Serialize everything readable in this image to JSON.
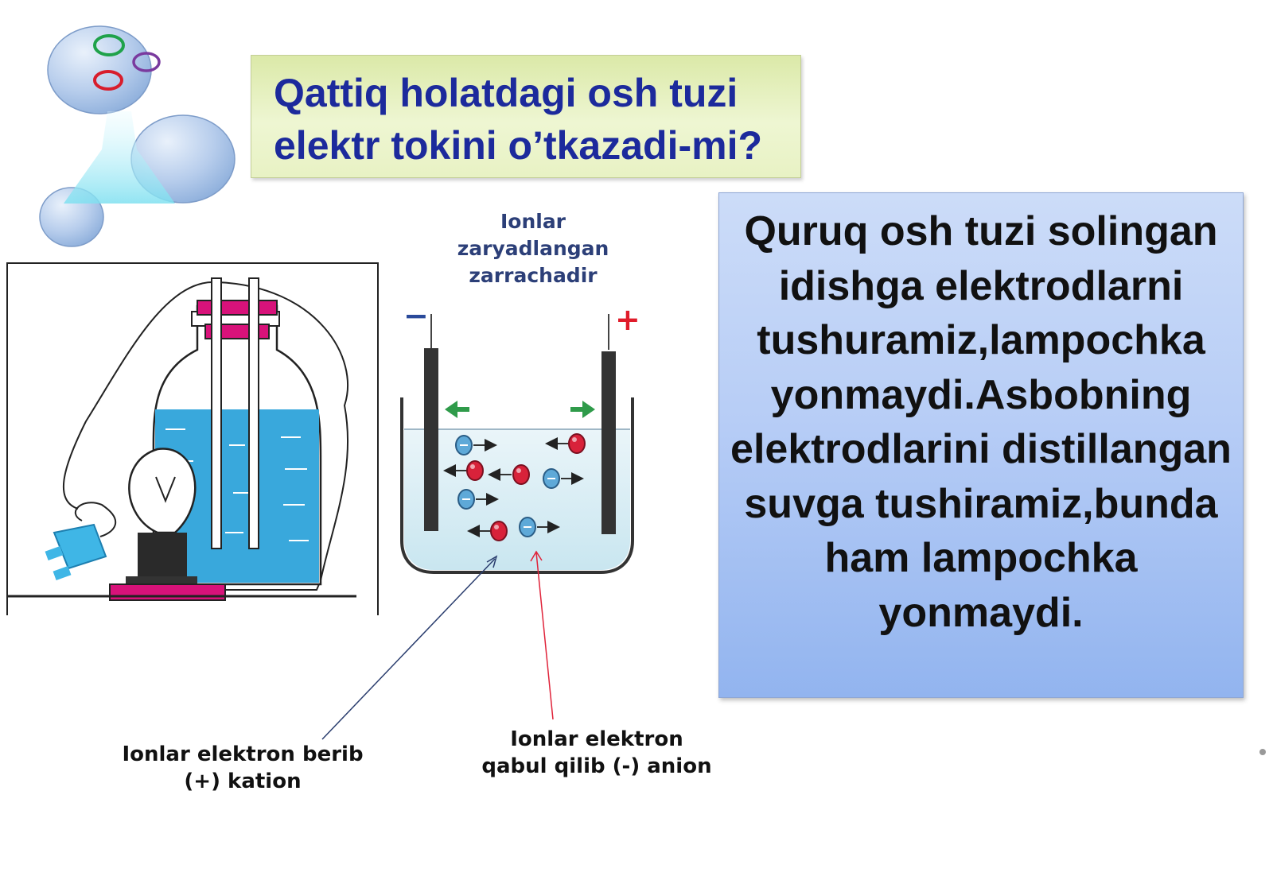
{
  "title": {
    "lines": [
      "Qattiq  holatdagi  osh  tuzi",
      "elektr tokini  o’tkazadi-mi?"
    ],
    "text_color": "#1c2a9c",
    "background": "#e6f0c0"
  },
  "info_box": {
    "lines": [
      "Quruq  osh  tuzi  solingan",
      "idishga elektrodlarni",
      "tushuramiz,lampochka",
      "yonmaydi.Asbobning",
      "elektrodlarini distillangan",
      "suvga  tushiramiz,bunda",
      "ham  lampochka",
      "yonmaydi."
    ],
    "background": "#b7cdf6"
  },
  "ions_title": {
    "lines": [
      "Ionlar",
      "zaryadlangan",
      "zarrachadir"
    ]
  },
  "electrolysis": {
    "minus_sign": "−",
    "plus_sign": "+",
    "cation_color": "#d8223a",
    "anion_color": "#5ea9d8"
  },
  "cation_caption": {
    "lines": [
      "Ionlar elektron berib",
      "(+) kation"
    ]
  },
  "anion_caption": {
    "lines": [
      "Ionlar elektron",
      "qabul qilib (-) anion"
    ]
  },
  "icons": [
    "molecule-logo-icon",
    "conductivity-apparatus-icon",
    "light-bulb-icon",
    "electric-plug-icon"
  ]
}
